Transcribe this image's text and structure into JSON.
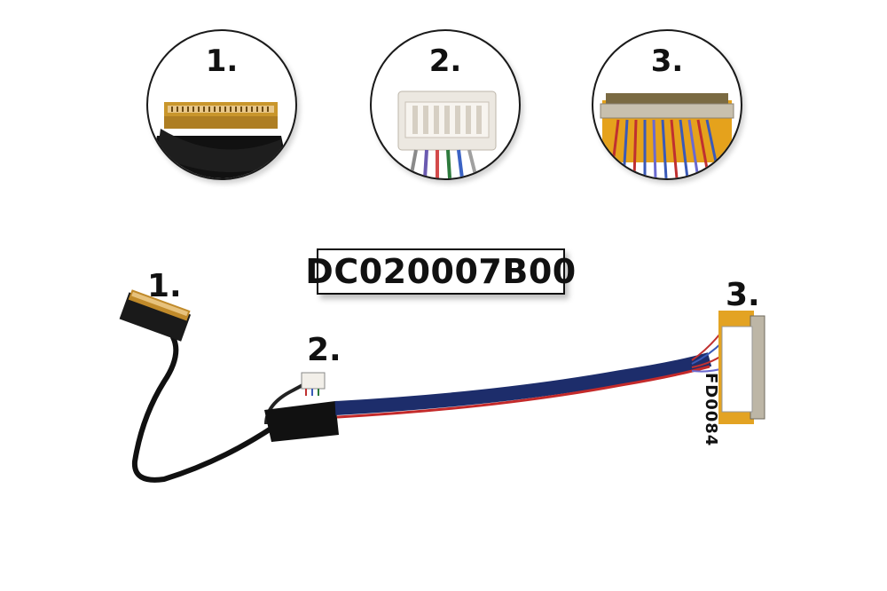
{
  "detail_circles": [
    {
      "label": "1."
    },
    {
      "label": "2."
    },
    {
      "label": "3."
    }
  ],
  "callouts": {
    "connector_1": "1.",
    "connector_2": "2.",
    "connector_3": "3."
  },
  "part_number": "DC020007B00",
  "sticker_code": "FD0084"
}
